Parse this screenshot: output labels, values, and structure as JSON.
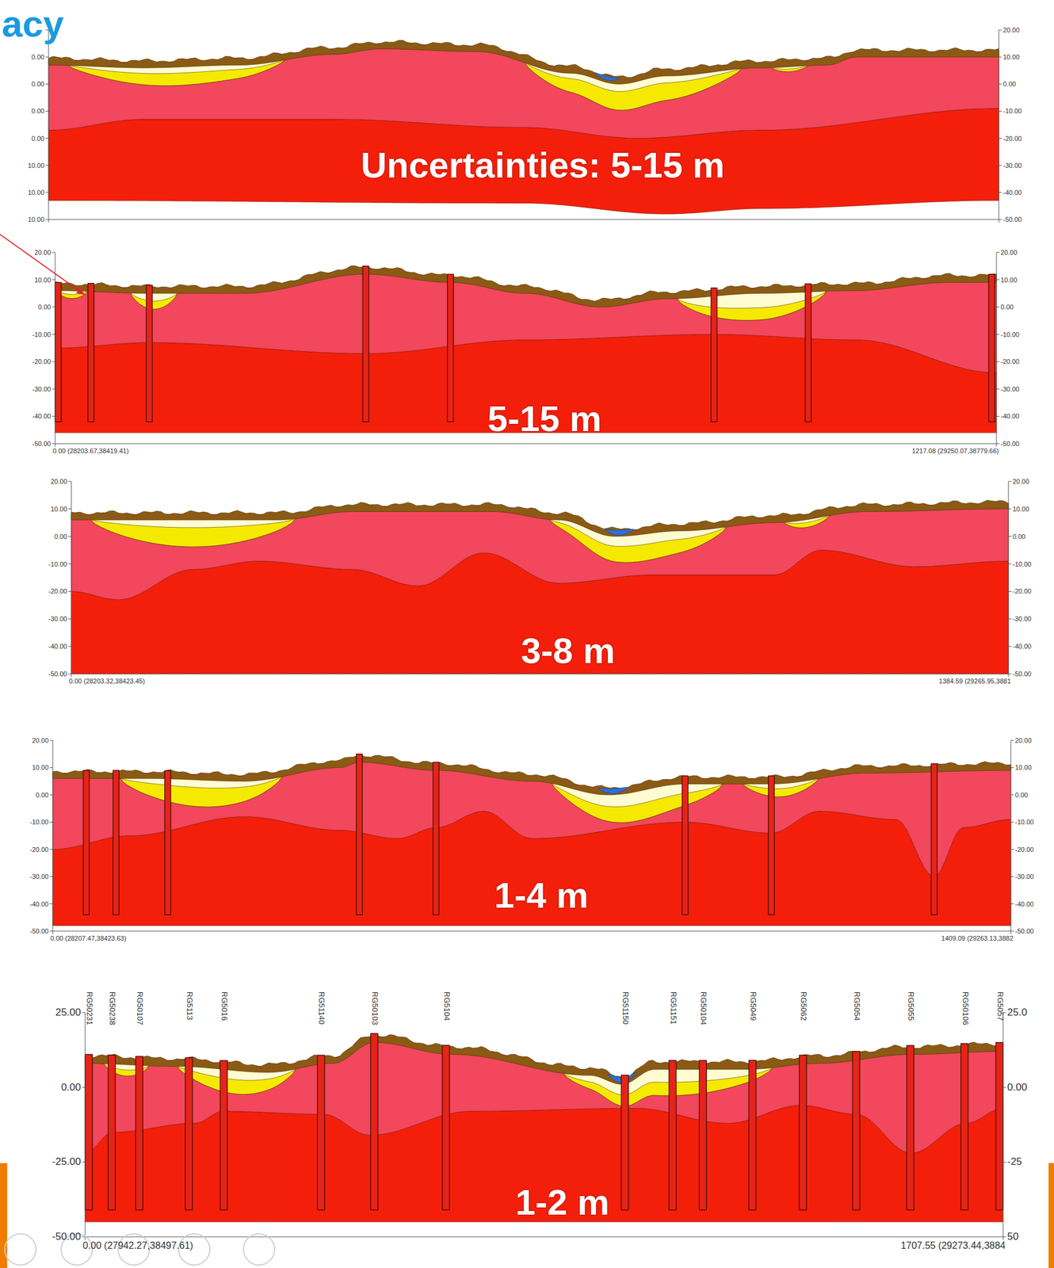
{
  "diagram": {
    "title": "acy",
    "labels": [
      "Uncertainties: 5-15 m",
      "20.00",
      "10.00",
      "0.00",
      "-10.00",
      "-20.00",
      "-30.00",
      "-40.00",
      "-50.00",
      "0.00",
      "0.00",
      "0.00",
      "0.00",
      "10.00",
      "10.00",
      "10.00",
      "5-15 m",
      "20.00",
      "10.00",
      "0.00",
      "-10.00",
      "-20.00",
      "-30.00",
      "-40.00",
      "-50.00",
      "20.00",
      "10.00",
      "0.00",
      "-10.00",
      "-20.00",
      "-30.00",
      "-40.00",
      "-50.00",
      "0.00 (28203.67,38419.41)",
      "1217.08 (29250.07,38779.66)",
      "3-8 m",
      "20.00",
      "10.00",
      "0.00",
      "-10.00",
      "-20.00",
      "-30.00",
      "-40.00",
      "-50.00",
      "20.00",
      "10.00",
      "0.00",
      "-10.00",
      "-20.00",
      "-30.00",
      "-40.00",
      "-50.00",
      "0.00 (28203.32,38423.45)",
      "1384.59 (29265.95,3881",
      "1-4 m",
      "20.00",
      "10.00",
      "0.00",
      "-10.00",
      "-20.00",
      "-30.00",
      "-40.00",
      "-50.00",
      "20.00",
      "10.00",
      "0.00",
      "-10.00",
      "-20.00",
      "-30.00",
      "-40.00",
      "-50.00",
      "0.00 (28207.47,38423.63)",
      "1409.09 (29263.13,3882",
      "1-2 m",
      "25.00",
      "0.00",
      "-25.00",
      "-50.00",
      "25.0",
      "0.00",
      "-25",
      "50",
      "0.00 (27942.27,38497.61)",
      "1707.55 (29273.44,3884",
      "RG50231",
      "RG50238",
      "RG50107",
      "RG5113",
      "RG5016",
      "RG51140",
      "RG50103",
      "RG5104",
      "RG51150",
      "RG51151",
      "RG50104",
      "RG5049",
      "RG5062",
      "RG5054",
      "RG5055",
      "RG50106",
      "RG5057"
    ]
  }
}
